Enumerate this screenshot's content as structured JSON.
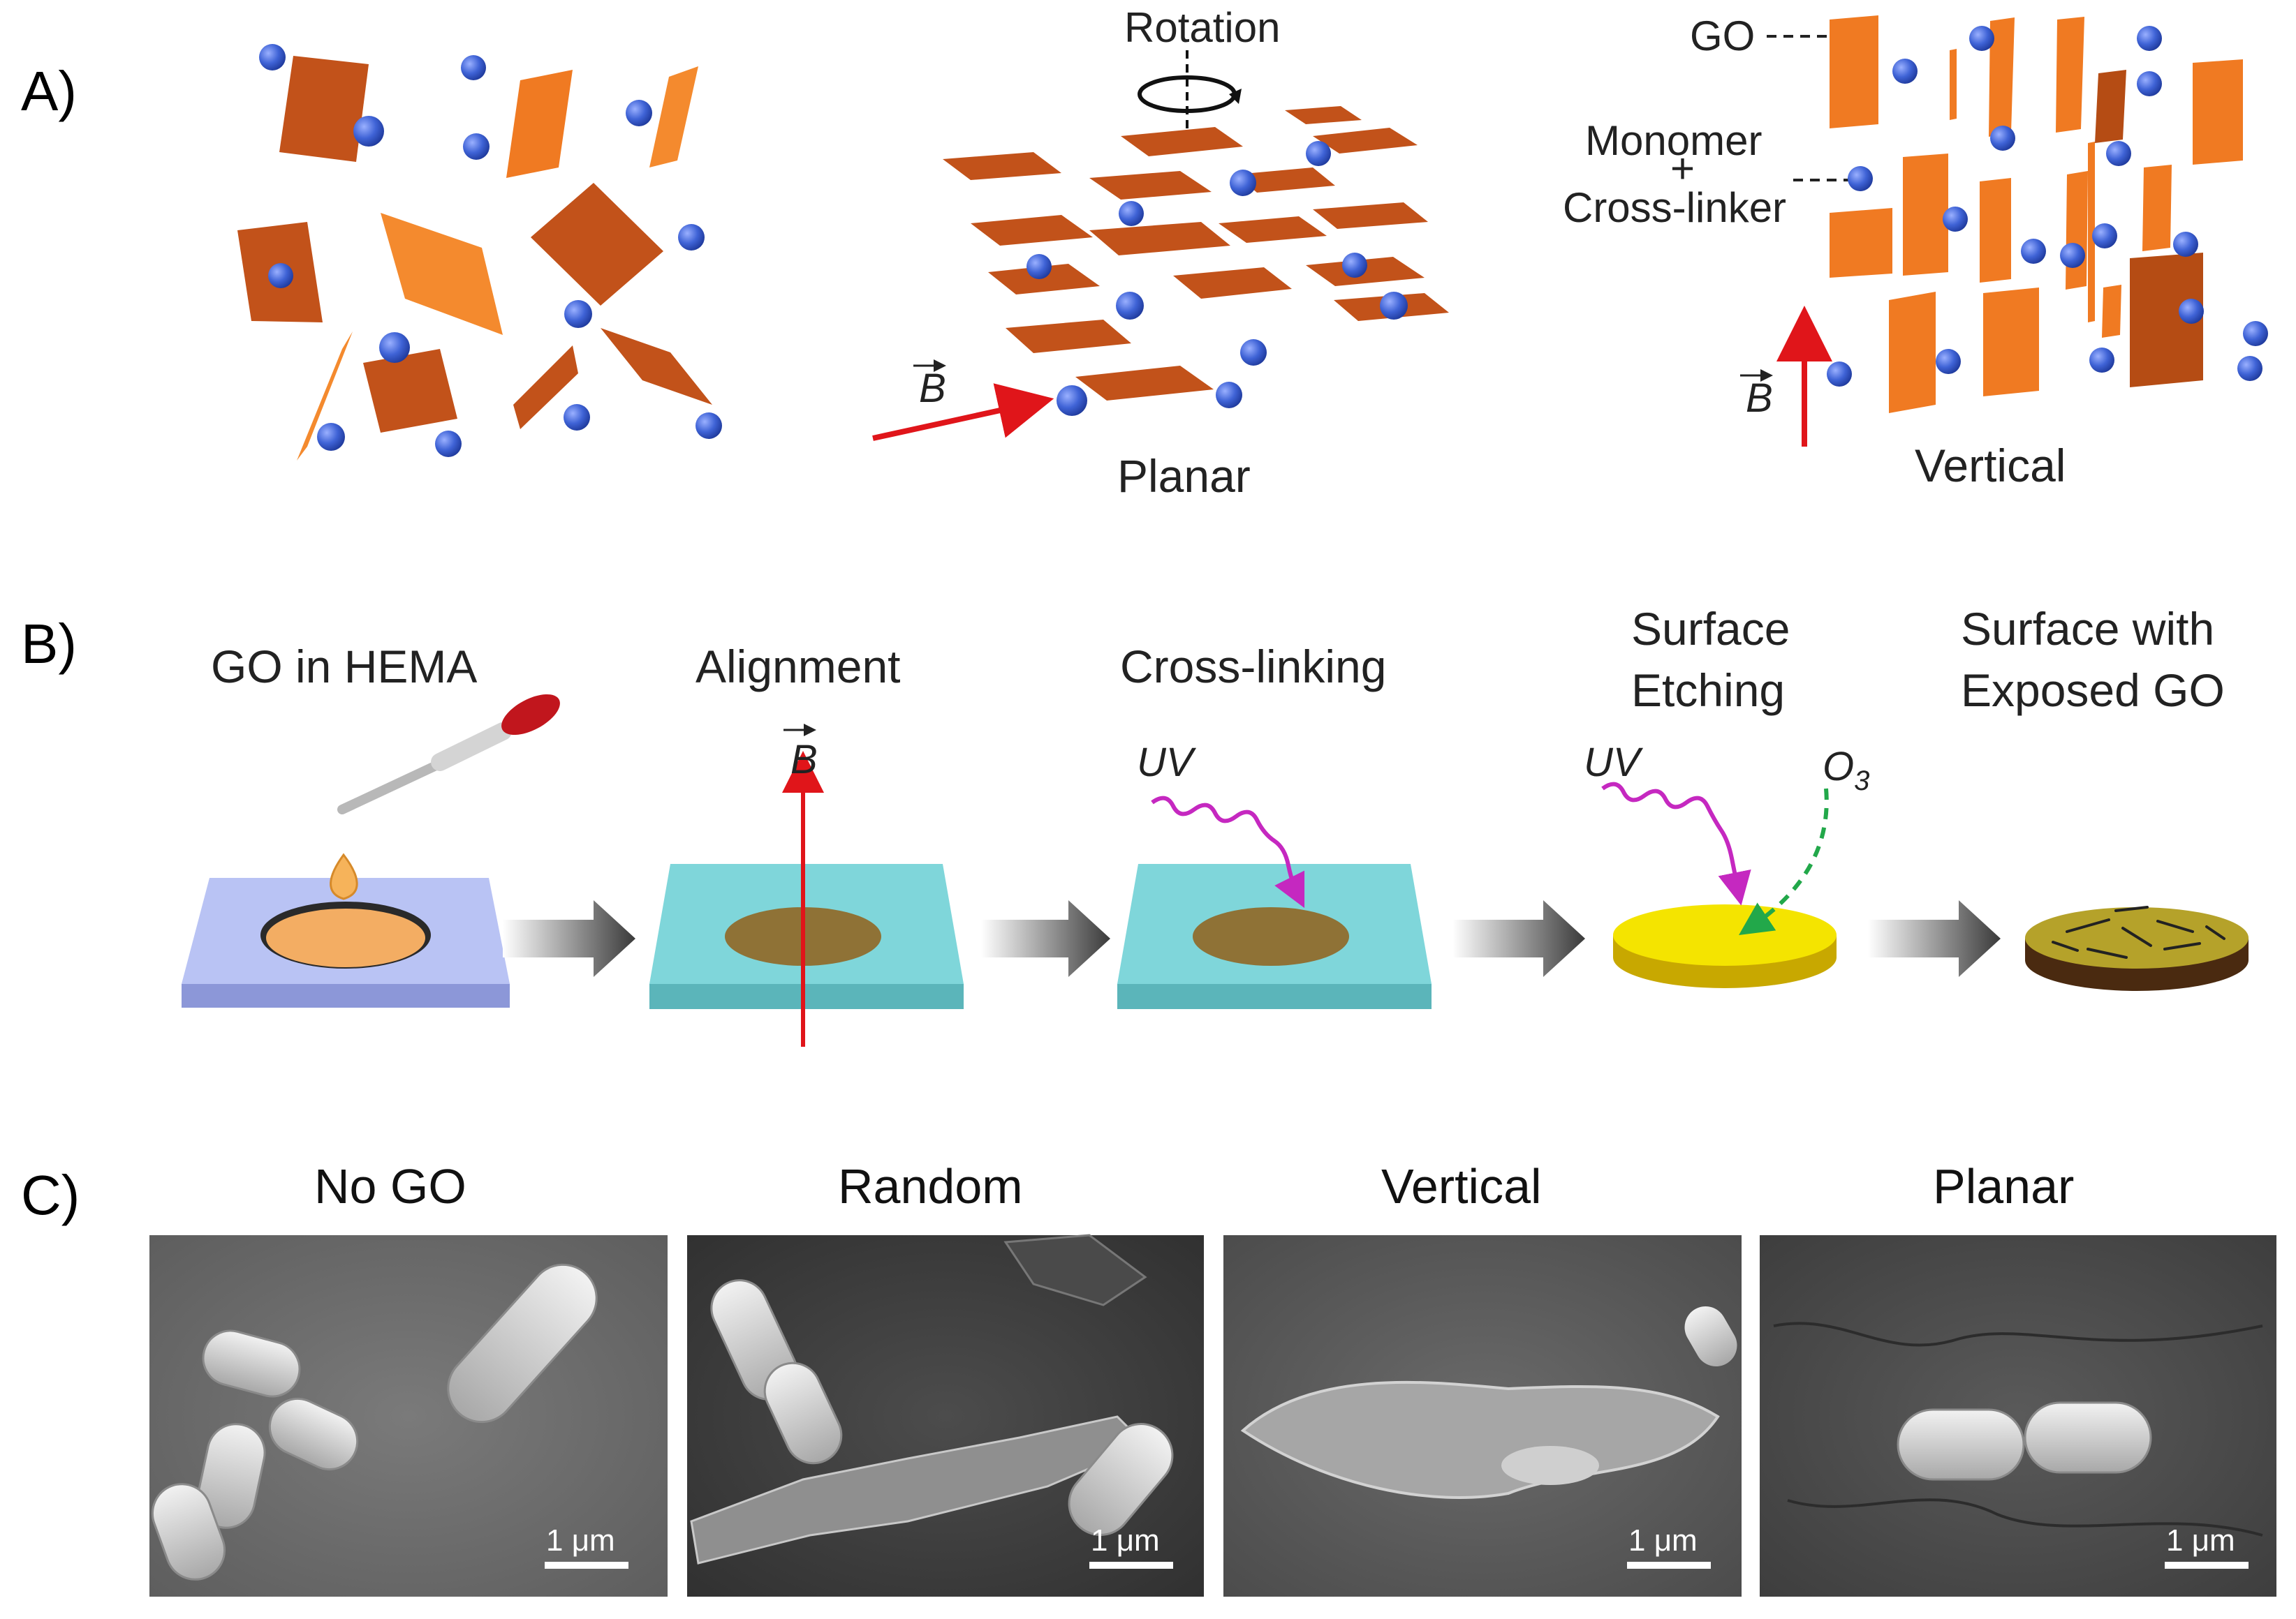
{
  "panels": {
    "a": {
      "letter": "A)",
      "rotation_label": "Rotation",
      "planar_label": "Planar",
      "vertical_label": "Vertical",
      "go_label": "GO",
      "monomer_label": "Monomer",
      "plus_label": "+",
      "crosslinker_label": "Cross-linker",
      "field_symbol": "B"
    },
    "b": {
      "letter": "B)",
      "step1": "GO in HEMA",
      "step2": "Alignment",
      "step3": "Cross-linking",
      "step4_line1": "Surface",
      "step4_line2": "Etching",
      "step5_line1": "Surface with",
      "step5_line2": "Exposed GO",
      "field_symbol": "B",
      "uv_label": "UV",
      "o3_label": "O",
      "o3_sub": "3"
    },
    "c": {
      "letter": "C)",
      "titles": [
        "No GO",
        "Random",
        "Vertical",
        "Planar"
      ],
      "scale_label": "1 μm"
    }
  },
  "colors": {
    "flake_dark": "#c2521a",
    "flake_light": "#f07a22",
    "sphere": "#3f63d6",
    "field_arrow": "#e0151a",
    "substrate_blue": "#b9c3f4",
    "substrate_teal": "#7fd6da",
    "uv_wave": "#c528c0",
    "o3_arrow": "#22a84a",
    "etched_disk": "#f4e400",
    "sem_background": "#6d6d6d",
    "bacteria": "#d8d8d8"
  }
}
